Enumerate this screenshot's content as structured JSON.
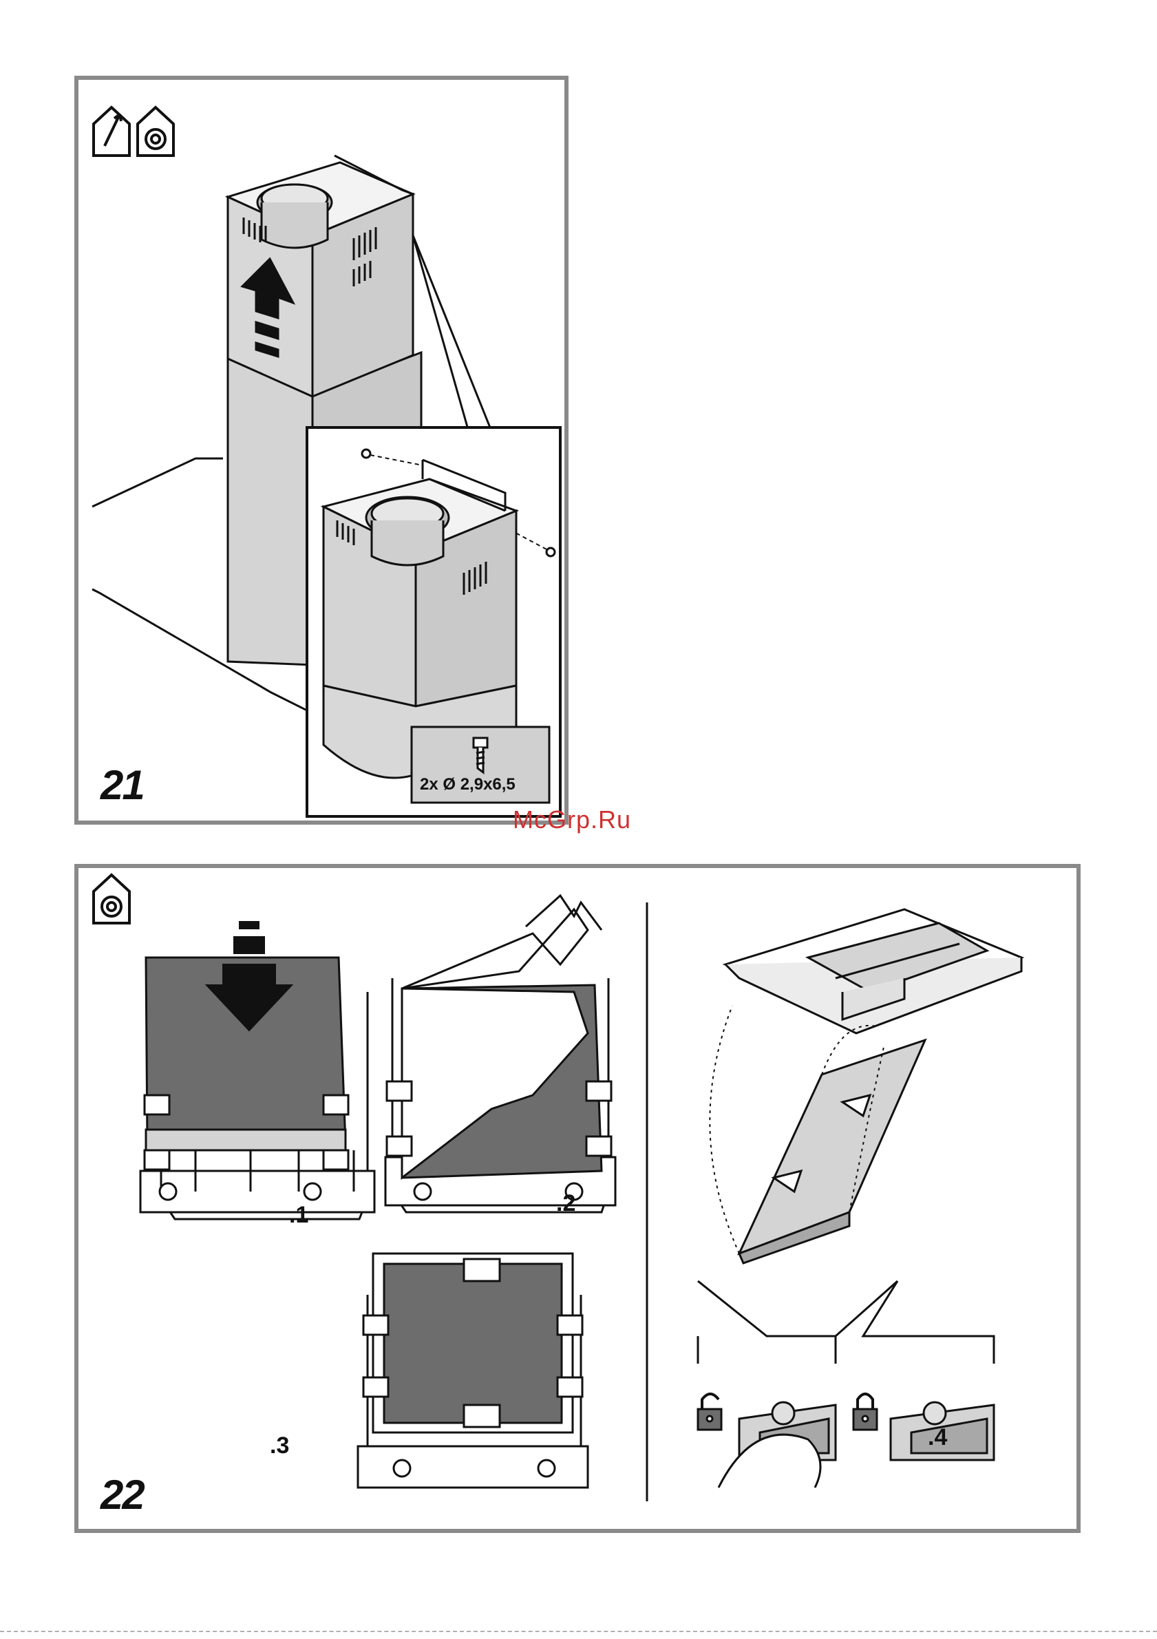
{
  "figure21": {
    "number": "21",
    "screw_spec": "2x Ø 2,9x6,5",
    "icons": [
      "ducted-extraction-icon",
      "recirculation-icon"
    ]
  },
  "figure22": {
    "number": "22",
    "steps": [
      ".1",
      ".2",
      ".3",
      ".4"
    ],
    "icons": [
      "recirculation-icon"
    ]
  },
  "watermark": "McGrp.Ru",
  "colors": {
    "frame": "#8a8a8a",
    "metal": "#d4d4d4",
    "filter": "#6d6d6d",
    "line": "#111111",
    "watermark": "#d03030"
  }
}
